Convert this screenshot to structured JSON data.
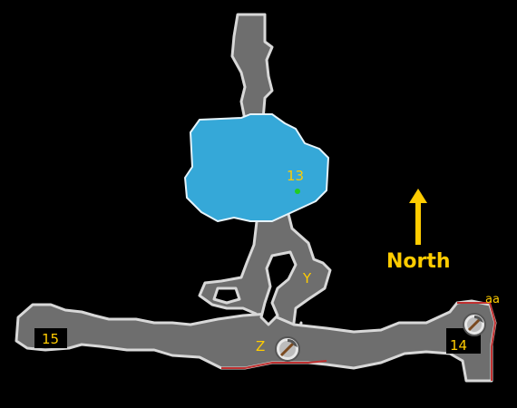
{
  "map": {
    "north_label": "North",
    "markers": {
      "m13": "13",
      "m14": "14",
      "m15": "15",
      "y": "Y",
      "z": "Z",
      "aa": "aa"
    },
    "colors": {
      "background": "#000000",
      "cave_floor": "#6e6e6e",
      "cave_edge": "#d8d8d8",
      "water": "#35a8d8",
      "water_edge": "#e6f4fb",
      "label": "#ffcc00",
      "danger_edge": "#c03030",
      "point_marker": "#22cc22"
    },
    "icons": [
      "pickaxe-icon",
      "pickaxe-icon",
      "north-arrow-icon"
    ]
  }
}
